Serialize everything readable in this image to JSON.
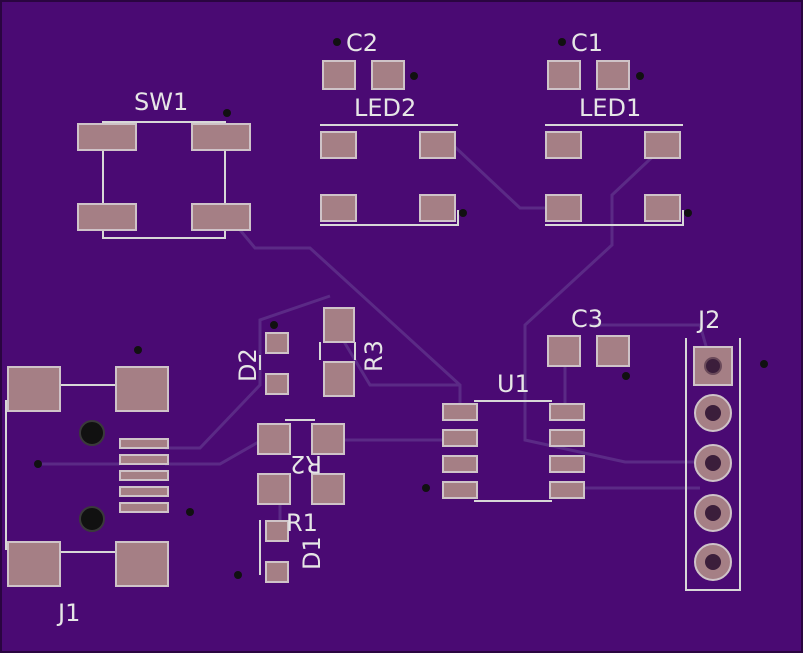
{
  "colors": {
    "board": "#4a0a73",
    "pad": "#a57f85",
    "silkscreen": "#d8d8d8",
    "trace": "#5b2a86"
  },
  "labels": {
    "c2": "C2",
    "c1": "C1",
    "led2": "LED2",
    "led1": "LED1",
    "sw1": "SW1",
    "c3": "C3",
    "j2": "J2",
    "u1": "U1",
    "d2": "D2",
    "r3": "R3",
    "r2": "R2",
    "r1": "R1",
    "d1": "D1",
    "j1": "J1"
  }
}
